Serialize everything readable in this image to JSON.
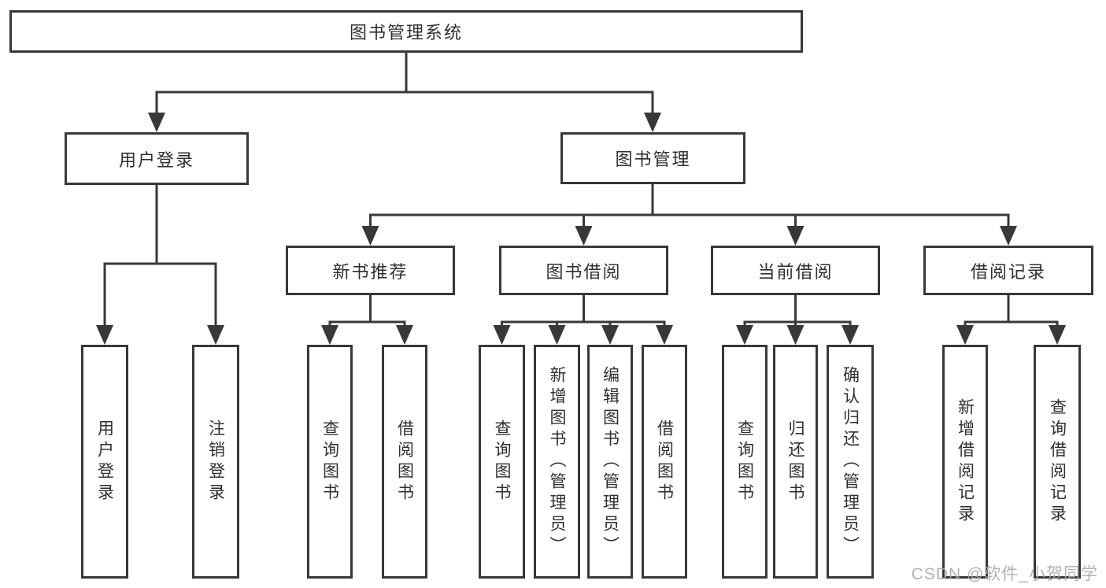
{
  "watermark": "CSDN @软件_小贺同学",
  "colors": {
    "line": "#383838",
    "text": "#2f2f2f",
    "box_background": "#ffffff",
    "watermark": "#a8a8a8"
  },
  "tree": {
    "root": {
      "label": "图书管理系统"
    },
    "branches": [
      {
        "label": "用户登录",
        "children": [
          {
            "label": "用户登录"
          },
          {
            "label": "注销登录"
          }
        ]
      },
      {
        "label": "图书管理",
        "children": [
          {
            "label": "新书推荐",
            "children": [
              {
                "label": "查询图书"
              },
              {
                "label": "借阅图书"
              }
            ]
          },
          {
            "label": "图书借阅",
            "children": [
              {
                "label": "查询图书"
              },
              {
                "label": "新增图书（管理员）"
              },
              {
                "label": "编辑图书（管理员）"
              },
              {
                "label": "借阅图书"
              }
            ]
          },
          {
            "label": "当前借阅",
            "children": [
              {
                "label": "查询图书"
              },
              {
                "label": "归还图书"
              },
              {
                "label": "确认归还（管理员）"
              }
            ]
          },
          {
            "label": "借阅记录",
            "children": [
              {
                "label": "新增借阅记录"
              },
              {
                "label": "查询借阅记录"
              }
            ]
          }
        ]
      }
    ]
  }
}
